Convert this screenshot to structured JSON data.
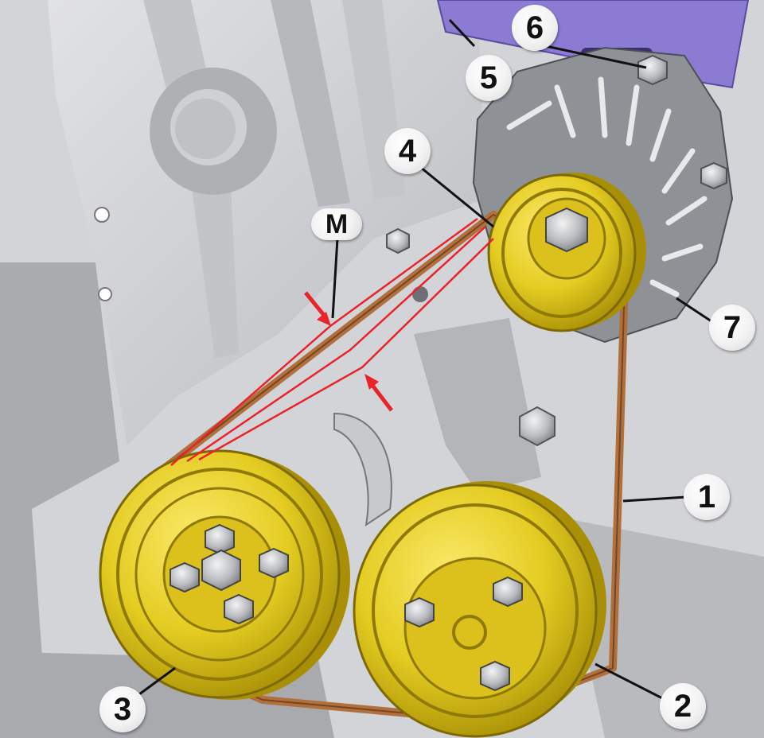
{
  "labels": {
    "belt": "1",
    "pump_pulley": "2",
    "crank_pulley": "3",
    "alternator_pulley": "4",
    "tension_bar": "5",
    "tension_bolt": "6",
    "alternator": "7",
    "measure_point": "M"
  },
  "colors": {
    "pulley": "#e4cc21",
    "pulley_dark": "#b49a0a",
    "belt": "#b0703e",
    "highlight": "#e8242a",
    "tension_bar": "#8c7bd2",
    "engine": "#c9cbcf",
    "engine_dark": "#9ea1a6"
  },
  "icons": {
    "arrow_push": "arrow-icon",
    "bolt": "hex-bolt-icon"
  }
}
